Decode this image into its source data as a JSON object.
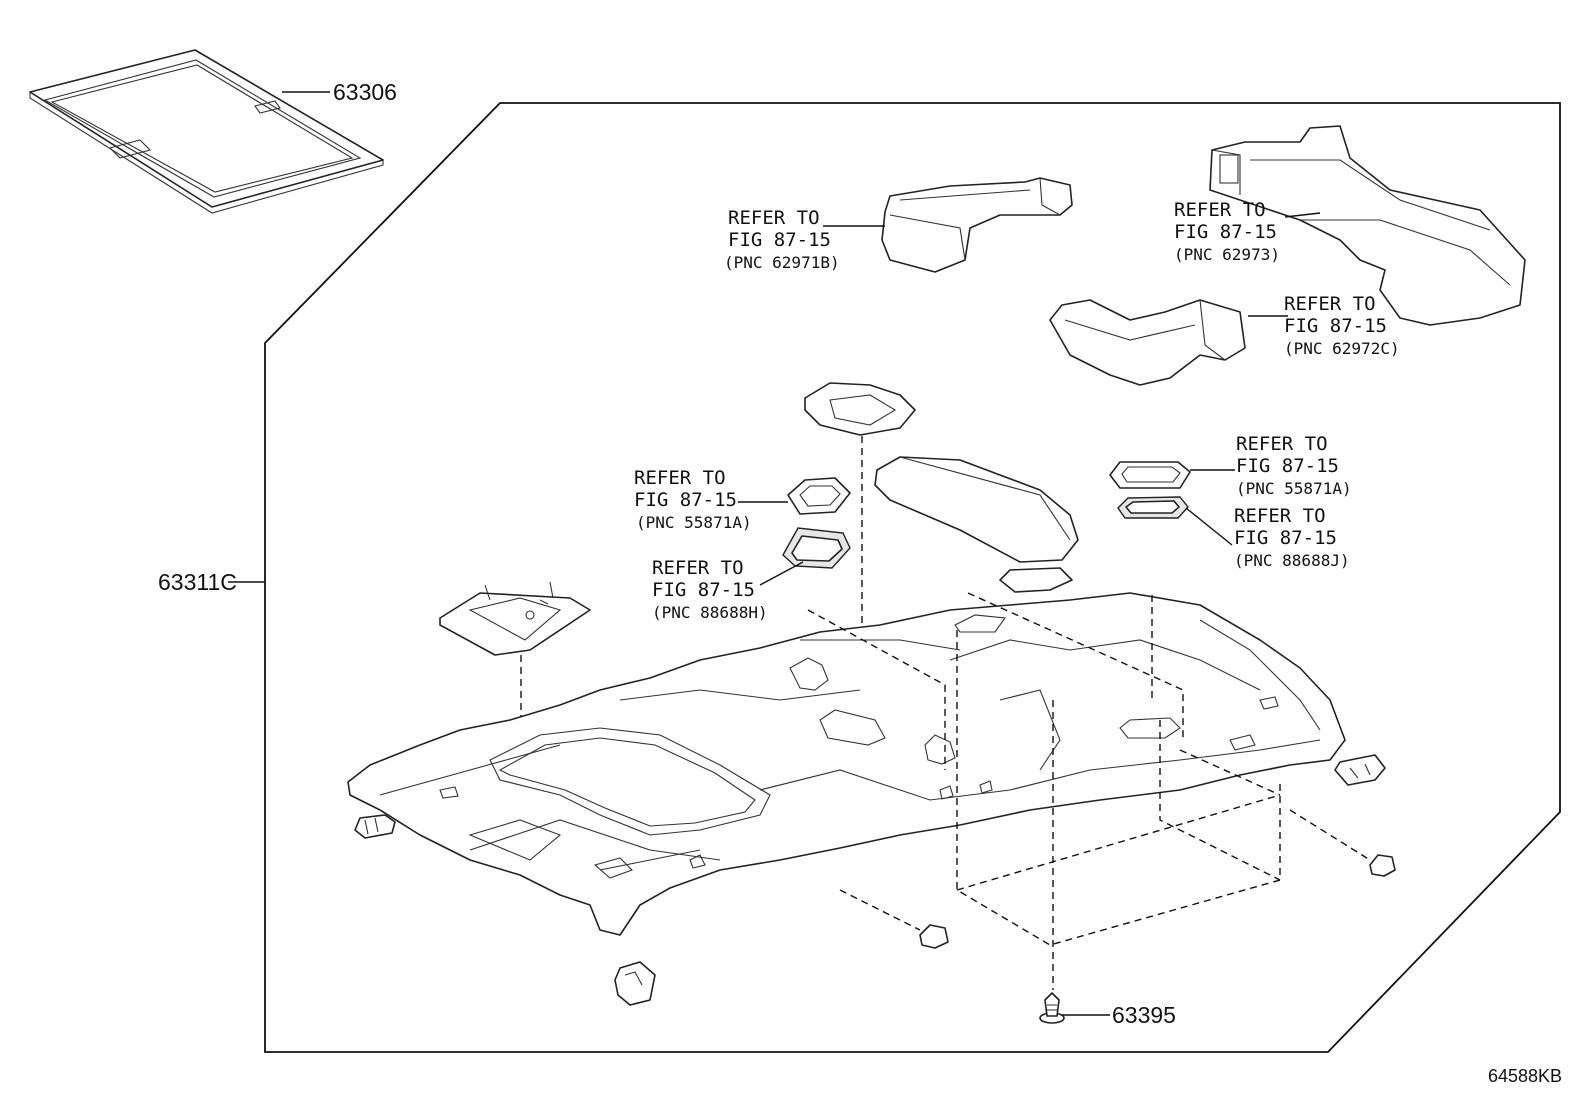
{
  "callouts": {
    "p63306": "63306",
    "p63311c": "63311C",
    "p63395": "63395",
    "figure_code": "64588KB"
  },
  "refs": [
    {
      "line1": "REFER TO",
      "line2": "FIG 87-15",
      "line3": "(PNC 62971B)"
    },
    {
      "line1": "REFER TO",
      "line2": "FIG 87-15",
      "line3": "(PNC 62973)"
    },
    {
      "line1": "REFER TO",
      "line2": "FIG 87-15",
      "line3": "(PNC 62972C)"
    },
    {
      "line1": "REFER TO",
      "line2": "FIG 87-15",
      "line3": "(PNC 55871A)"
    },
    {
      "line1": "REFER TO",
      "line2": "FIG 87-15",
      "line3": "(PNC 88688H)"
    },
    {
      "line1": "REFER TO",
      "line2": "FIG 87-15",
      "line3": "(PNC 55871A)"
    },
    {
      "line1": "REFER TO",
      "line2": "FIG 87-15",
      "line3": "(PNC 88688J)"
    }
  ]
}
